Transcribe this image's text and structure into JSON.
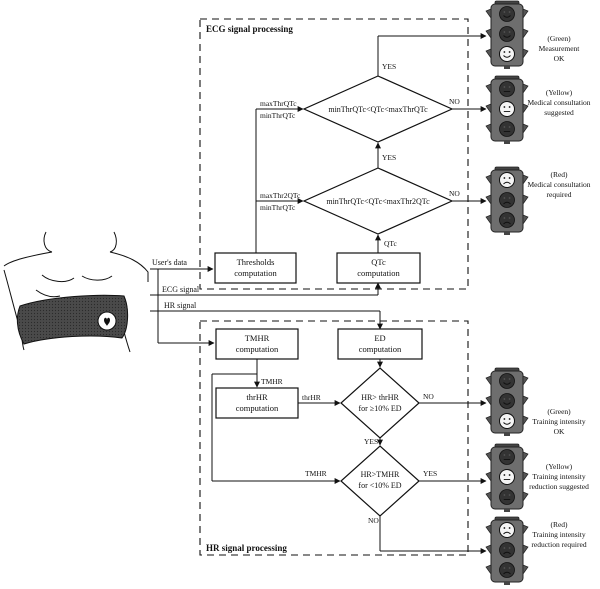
{
  "sections": {
    "ecg_title": "ECG signal processing",
    "hr_title": "HR signal processing"
  },
  "inputs": {
    "users_data": "User's data",
    "ecg_signal": "ECG signal",
    "hr_signal": "HR signal"
  },
  "ecg": {
    "thresholds_box": [
      "Thresholds",
      "computation"
    ],
    "qtc_box": [
      "QTc",
      "computation"
    ],
    "decision_top": "minThrQTc<QTc<maxThrQTc",
    "decision_bottom": "minThrQTc<QTc<maxThr2QTc",
    "label_max_thr": "maxThrQTc",
    "label_min_thr_top": "minThrQTc",
    "label_max_thr2": "maxThr2QTc",
    "label_min_thr_bottom": "minThrQTc",
    "label_qtc": "QTc",
    "yes_top": "YES",
    "yes_mid": "YES",
    "no_top": "NO",
    "no_bottom": "NO"
  },
  "hr": {
    "tmhr_box": [
      "TMHR",
      "computation"
    ],
    "ed_box": [
      "ED",
      "computation"
    ],
    "thrhr_box": [
      "thrHR",
      "computation"
    ],
    "decision_top": [
      "HR> thrHR",
      "for ≥10% ED"
    ],
    "decision_bottom": [
      "HR>TMHR",
      "for <10% ED"
    ],
    "label_tmhr_1": "TMHR",
    "label_thrhr": "thrHR",
    "label_tmhr_2": "TMHR",
    "no_top": "NO",
    "yes_mid": "YES",
    "yes_right": "YES",
    "no_bottom": "NO"
  },
  "outcomes": {
    "ecg_green": [
      "(Green)",
      "Measurement",
      "OK"
    ],
    "ecg_yellow": [
      "(Yellow)",
      "Medical consultation",
      "suggested"
    ],
    "ecg_red": [
      "(Red)",
      "Medical consultation",
      "required"
    ],
    "hr_green": [
      "(Green)",
      "Training intensity",
      "OK"
    ],
    "hr_yellow": [
      "(Yellow)",
      "Training intensity",
      "reduction suggested"
    ],
    "hr_red": [
      "(Red)",
      "Training intensity",
      "reduction required"
    ]
  },
  "colors": {
    "traffic_light_body": "#6e6e6e",
    "lamp_off": "#333333",
    "lamp_on": "#f4f4f4"
  },
  "icons": {
    "traffic_light": "traffic-light-icon",
    "smile": "smiley-happy-icon",
    "neutral": "smiley-neutral-icon",
    "sad": "smiley-sad-icon",
    "chest_strap": "chest-strap-sensor-icon"
  }
}
